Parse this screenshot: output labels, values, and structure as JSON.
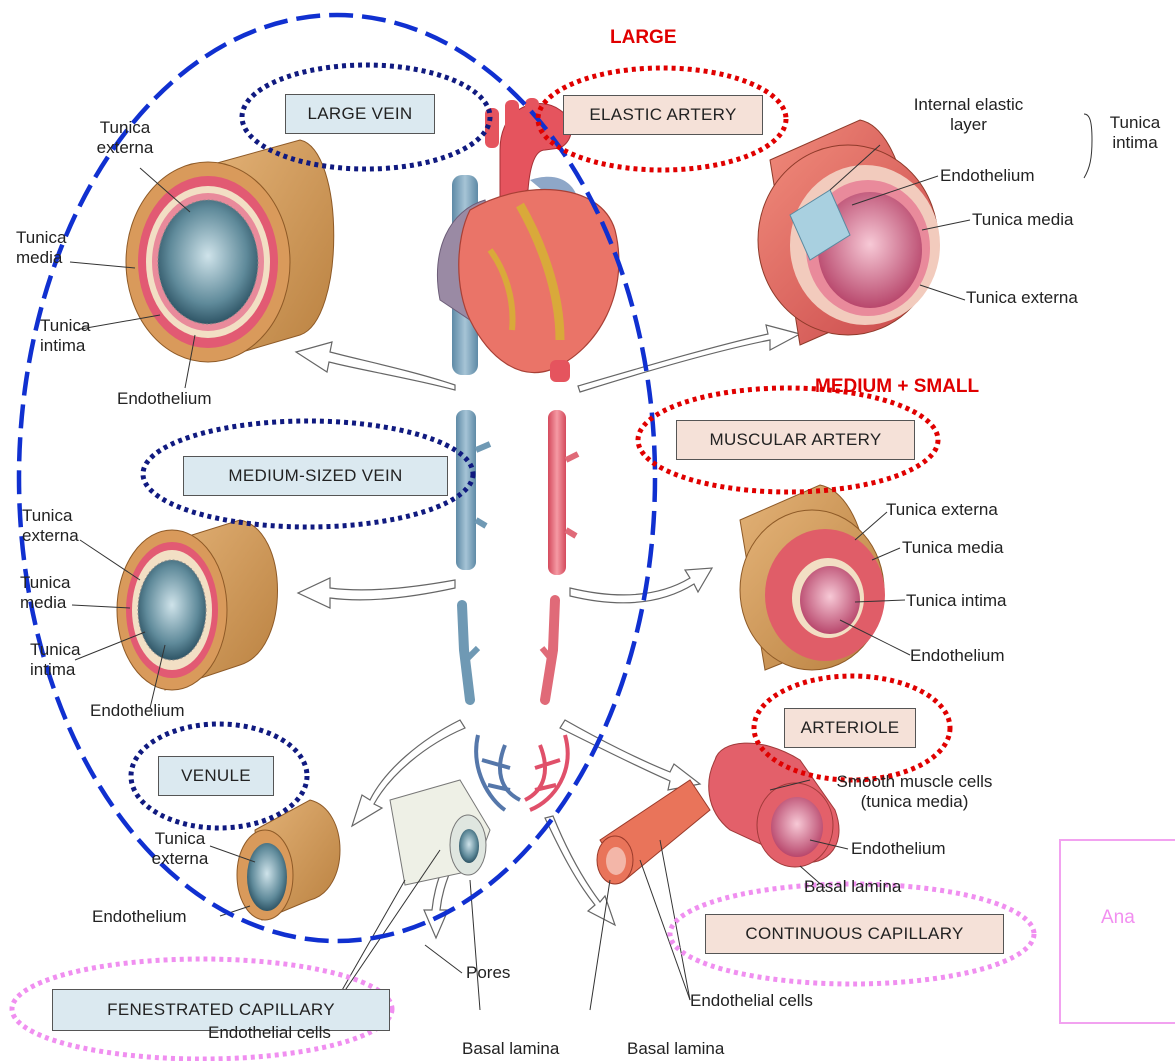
{
  "headings": {
    "large": "LARGE",
    "medium_small": "MEDIUM + SMALL"
  },
  "boxes": {
    "large_vein": "LARGE VEIN",
    "elastic_artery": "ELASTIC ARTERY",
    "medium_vein": "MEDIUM-SIZED VEIN",
    "muscular_artery": "MUSCULAR ARTERY",
    "venule": "VENULE",
    "arteriole": "ARTERIOLE",
    "continuous_capillary": "CONTINUOUS CAPILLARY",
    "fenestrated_capillary": "FENESTRATED CAPILLARY"
  },
  "large_vein_labels": {
    "tunica_externa": "Tunica externa",
    "tunica_media": "Tunica media",
    "tunica_intima": "Tunica intima",
    "endothelium": "Endothelium"
  },
  "elastic_artery_labels": {
    "internal_elastic": "Internal elastic layer",
    "tunica_intima": "Tunica intima",
    "endothelium": "Endothelium",
    "tunica_media": "Tunica media",
    "tunica_externa": "Tunica externa"
  },
  "medium_vein_labels": {
    "tunica_externa": "Tunica externa",
    "tunica_media": "Tunica media",
    "tunica_intima": "Tunica intima",
    "endothelium": "Endothelium"
  },
  "muscular_artery_labels": {
    "tunica_externa": "Tunica externa",
    "tunica_media": "Tunica media",
    "tunica_intima": "Tunica intima",
    "endothelium": "Endothelium"
  },
  "venule_labels": {
    "tunica_externa": "Tunica externa",
    "endothelium": "Endothelium"
  },
  "arteriole_labels": {
    "smooth_muscle": "Smooth muscle cells (tunica media)",
    "endothelium": "Endothelium",
    "basal_lamina": "Basal lamina"
  },
  "capillary_labels": {
    "pores": "Pores",
    "endothelial_cells_fen": "Endothelial cells",
    "basal_lamina_fen": "Basal lamina",
    "endothelial_cells_cont": "Endothelial cells",
    "basal_lamina_cont": "Basal lamina"
  },
  "side_note": {
    "line1": "Ana",
    "line2": ""
  },
  "colors": {
    "red_annotation": "#e00000",
    "blue_annotation": "#1030d0",
    "navy_annotation": "#101a80",
    "pink_annotation": "#f08ff0",
    "vein_blue": "#7fa8c4",
    "artery_red": "#e86a78"
  }
}
